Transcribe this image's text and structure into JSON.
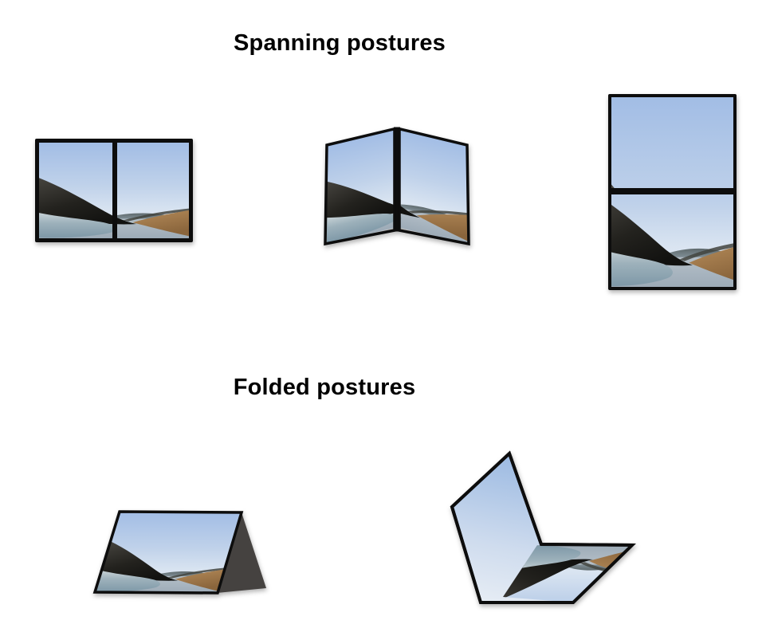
{
  "sections": {
    "spanning": {
      "title": "Spanning postures",
      "devices": [
        {
          "label": "dual-screen device, flat landscape, image spanned across two screens"
        },
        {
          "label": "dual-screen device, book posture, image spanned across angled screens"
        },
        {
          "label": "dual-screen device, flat portrait, image spanned across stacked screens"
        }
      ]
    },
    "folded": {
      "title": "Folded postures",
      "devices": [
        {
          "label": "folded device, tent posture with back panel visible"
        },
        {
          "label": "folded device, laptop posture with bent display"
        }
      ]
    }
  },
  "colors": {
    "page-bg": "#ffffff",
    "heading": "#000000",
    "bezel": "#0d0d0d",
    "device-back": "#413e3c",
    "sky-top": "#a2bde5",
    "sky-bottom": "#eaf0f7",
    "mountain": "#23221e",
    "ice": "#8aa0ac",
    "water": "#a6b2bd",
    "grass-tan": "#a98050",
    "distant-hill": "#6b7476"
  }
}
